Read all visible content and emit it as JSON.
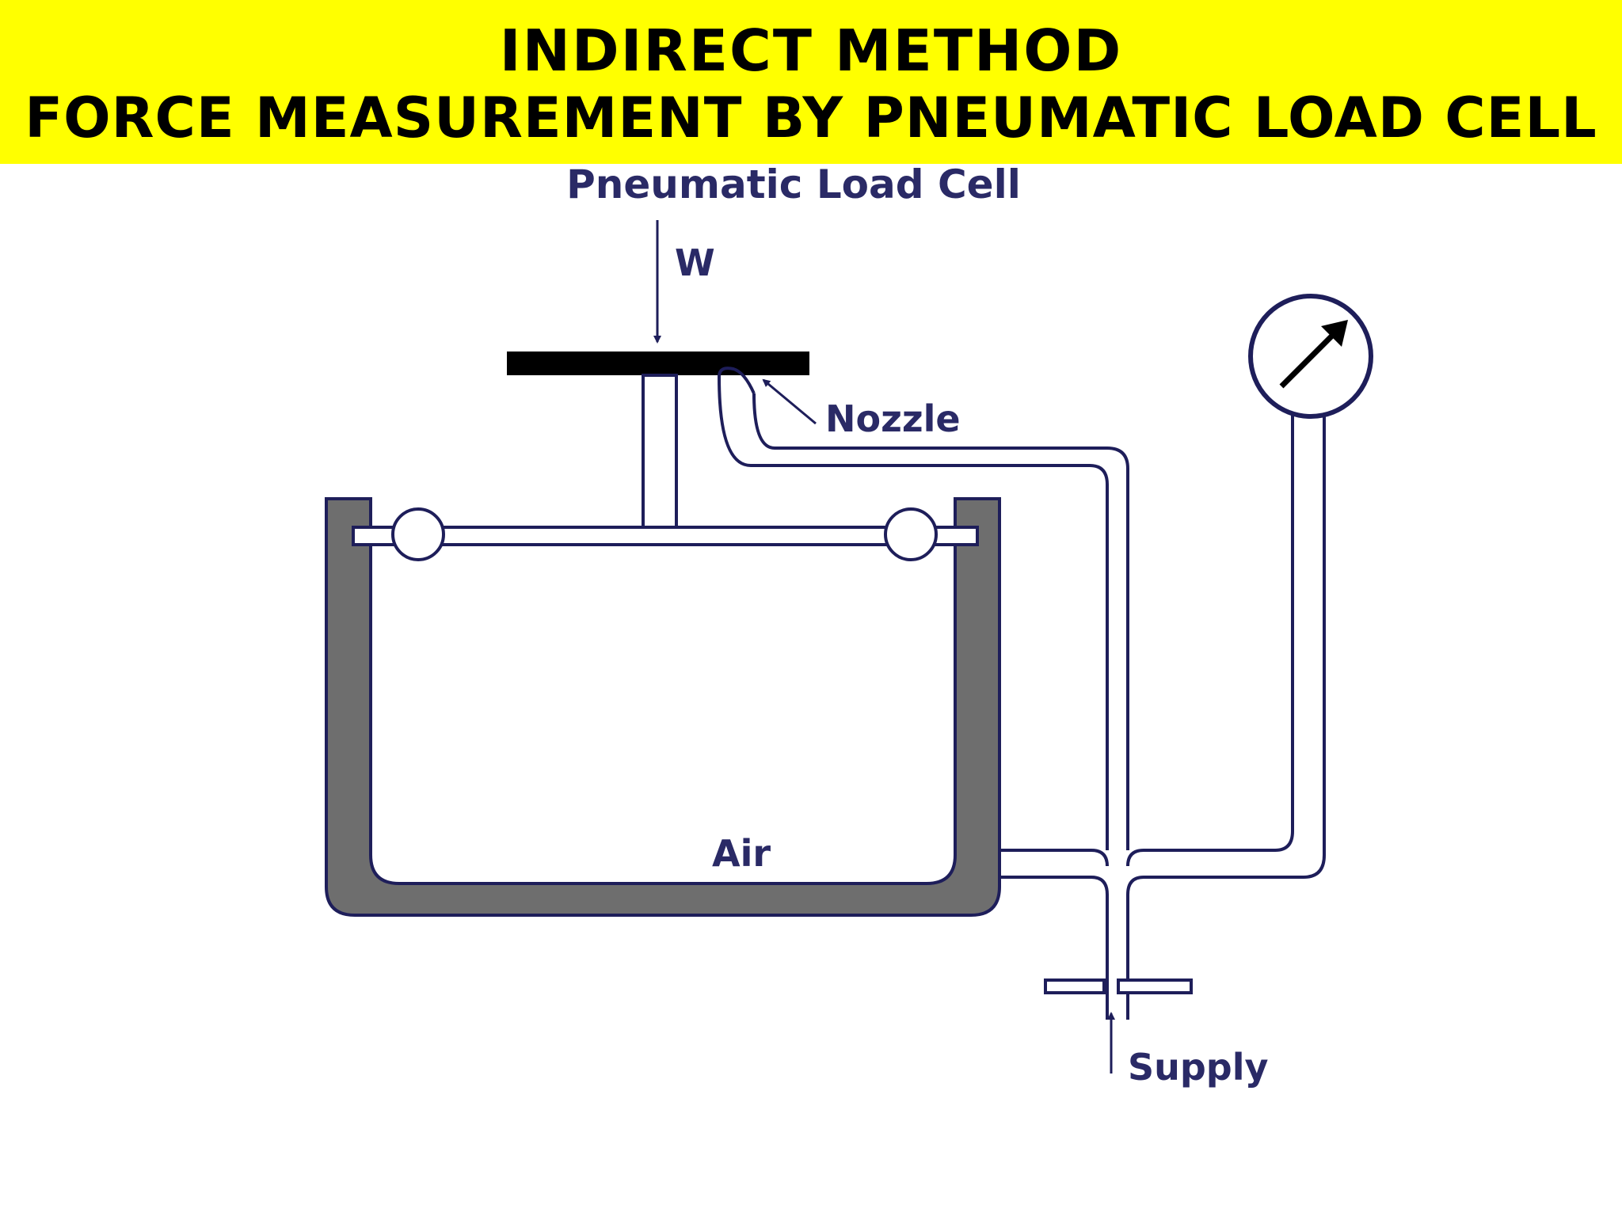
{
  "banner": {
    "line1": "INDIRECT METHOD",
    "line2": "FORCE MEASUREMENT BY PNEUMATIC LOAD CELL",
    "background_color": "#ffff00",
    "text_color": "#000000"
  },
  "diagram": {
    "title": "Pneumatic Load Cell",
    "labels": {
      "load": "W",
      "nozzle": "Nozzle",
      "air": "Air",
      "supply": "Supply"
    },
    "colors": {
      "line": "#1e1e5a",
      "label_text": "#2a2a66",
      "tank_wall": "#6e6e6e"
    },
    "icons": {
      "gauge": "pressure-gauge-icon"
    }
  }
}
